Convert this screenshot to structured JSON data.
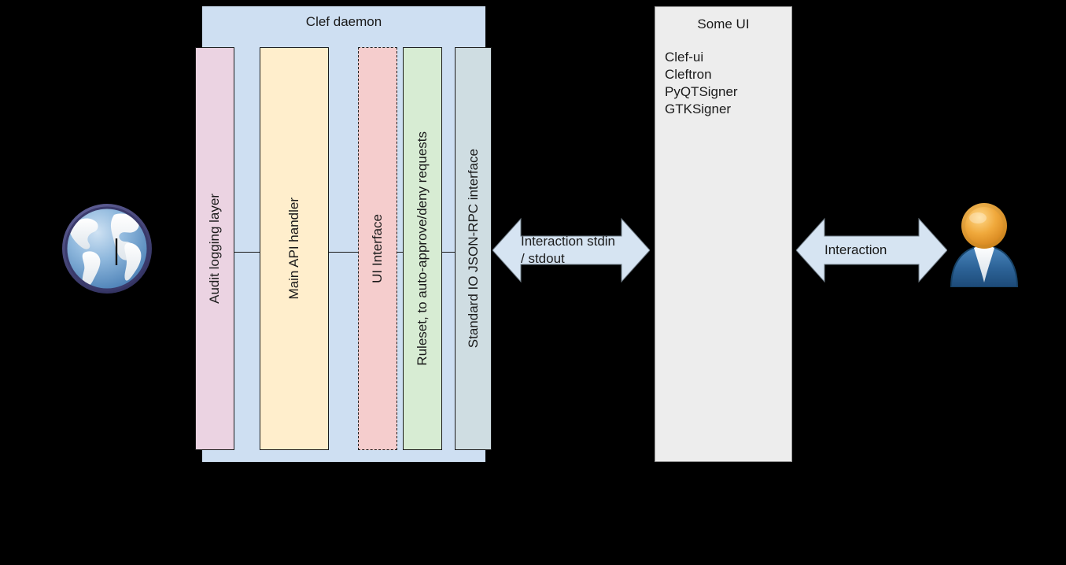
{
  "diagram": {
    "daemon": {
      "title": "Clef daemon",
      "columns": [
        {
          "name": "audit-logging-layer",
          "label": "Audit logging layer",
          "color": "#ebd3e2",
          "style": "solid"
        },
        {
          "name": "main-api-handler",
          "label": "Main API handler",
          "color": "#ffeecc",
          "style": "solid"
        },
        {
          "name": "ui-interface",
          "label": "UI Interface",
          "color": "#f5cdcd",
          "style": "dashed"
        },
        {
          "name": "ruleset",
          "label": "Ruleset, to auto-approve/deny requests",
          "color": "#d7ecd3",
          "style": "solid"
        },
        {
          "name": "standard-io",
          "label": "Standard IO JSON-RPC interface",
          "color": "#cfdde2",
          "style": "solid"
        }
      ],
      "background": "#cedff2"
    },
    "some_ui": {
      "title": "Some UI",
      "items": [
        "Clef-ui",
        "Cleftron",
        "PyQTSigner",
        "GTKSigner"
      ],
      "background": "#ededed"
    },
    "arrows": [
      {
        "name": "stdio-arrow",
        "label_line1": "Interaction stdin",
        "label_line2": "/ stdout",
        "color": "#d6e4f2"
      },
      {
        "name": "interaction-arrow",
        "label_line1": "Interaction",
        "label_line2": "",
        "color": "#d6e4f2"
      }
    ],
    "icons": [
      {
        "name": "globe-icon",
        "alt": "internet-globe"
      },
      {
        "name": "user-icon",
        "alt": "user-person"
      }
    ]
  }
}
